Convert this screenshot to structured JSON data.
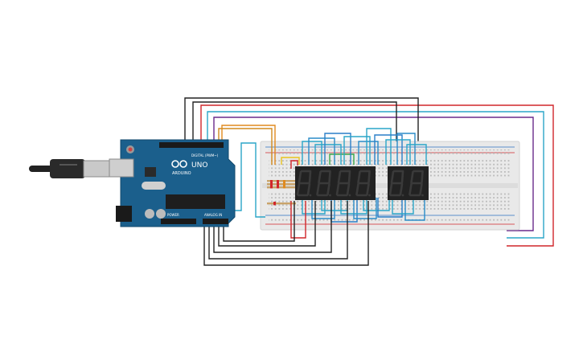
{
  "board": {
    "brand": "ARDUINO",
    "model": "UNO",
    "digital_label": "DIGITAL (PWM~)",
    "power_label": "POWER",
    "analog_label": "ANALOG IN",
    "color": "#1b5f8c"
  },
  "display": {
    "group_a_digits": 4,
    "group_b_digits": 2,
    "segment_color": "#3a3a3a",
    "body_color": "#222222"
  },
  "wire_colors": {
    "black": "#222222",
    "red": "#d1262a",
    "cyan": "#2aa6c8",
    "purple": "#6a2a8c",
    "orange": "#e08a1e",
    "yellow": "#e9c21e",
    "green": "#3aa84a",
    "blue": "#2a7fc8"
  },
  "icons": [
    "usb-cable-icon",
    "power-jack-icon",
    "reset-button-icon",
    "infinity-logo-icon"
  ]
}
